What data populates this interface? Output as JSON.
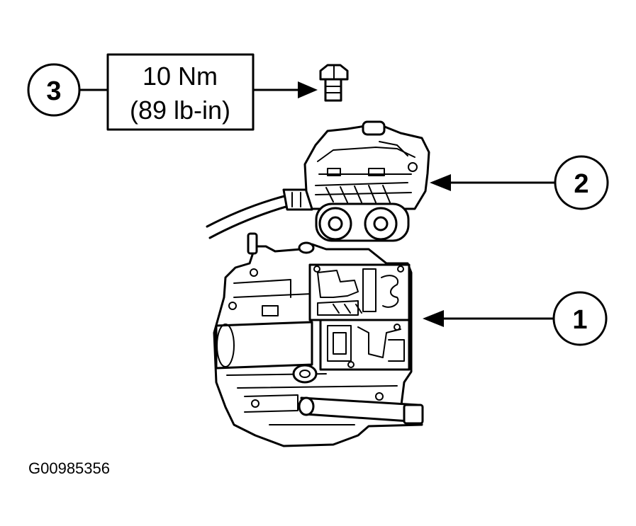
{
  "callouts": [
    {
      "number": "3"
    },
    {
      "number": "2"
    },
    {
      "number": "1"
    }
  ],
  "torque_spec": {
    "line1": "10 Nm",
    "line2": "(89 lb-in)"
  },
  "figure_id": "G00985356"
}
